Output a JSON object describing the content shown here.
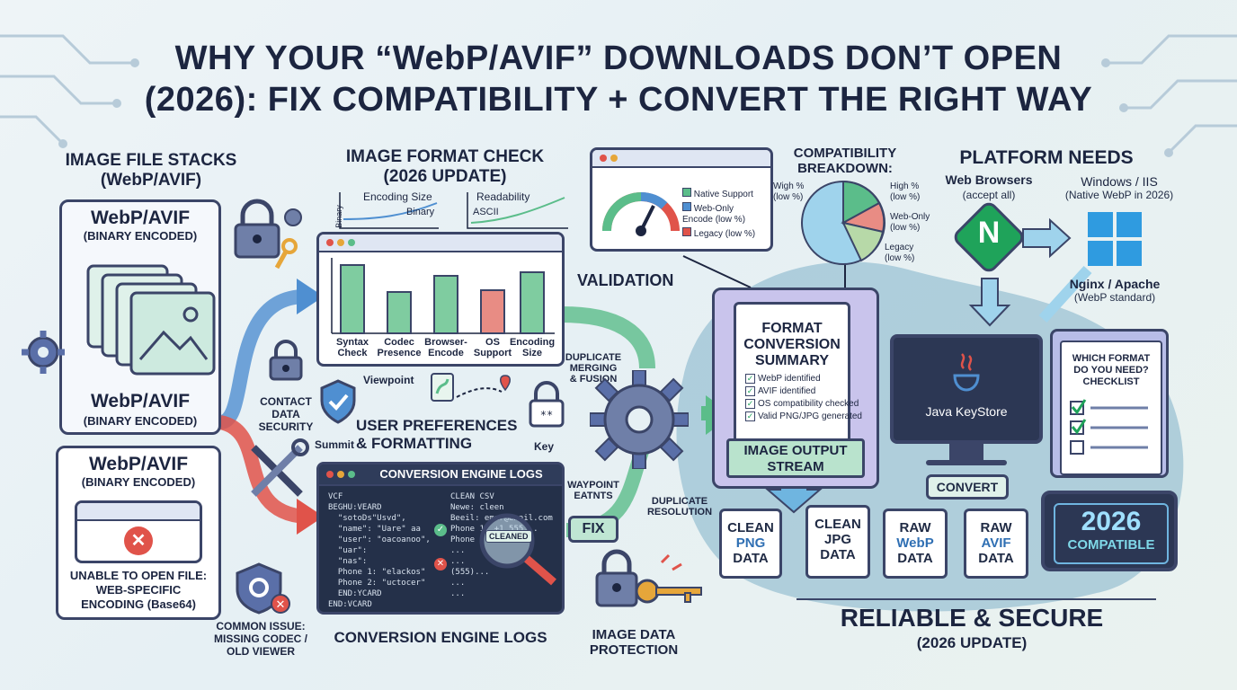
{
  "title_line1": "WHY YOUR “WebP/AVIF” DOWNLOADS DON’T OPEN",
  "title_line2": "(2026): FIX COMPATIBILITY + CONVERT THE RIGHT WAY",
  "left": {
    "heading": "IMAGE FILE STACKS\n(WebP/AVIF)",
    "card1_title": "WebP/AVIF",
    "card1_sub": "(BINARY ENCODED)",
    "card2_title": "WebP/AVIF",
    "card2_sub": "(BINARY ENCODED)",
    "card3_title": "WebP/AVIF",
    "card3_sub": "(BINARY ENCODED)",
    "error_text": "UNABLE TO OPEN FILE:\nWEB-SPECIFIC\nENCODING (Base64)",
    "issue_text": "COMMON ISSUE:\nMISSING CODEC /\nOLD VIEWER",
    "contact_security": "CONTACT\nDATA\nSECURITY"
  },
  "format_check": {
    "heading": "IMAGE FORMAT CHECK\n(2026 UPDATE)",
    "mini1_title": "Encoding Size",
    "mini1_axis": "Binary",
    "mini1_y": "Binary",
    "mini2_title": "Readability",
    "mini2_axis": "ASCII",
    "bars": [
      "Syntax\nCheck",
      "Codec\nPresence",
      "Browser-\nEncode",
      "OS\nSupport",
      "Encoding\nSize"
    ]
  },
  "gauge": {
    "legend": [
      "Native Support",
      "Web-Only\nEncode (low %)",
      "Legacy (low %)"
    ]
  },
  "pie": {
    "heading": "COMPATIBILITY\nBREAKDOWN:",
    "labels_left": "Wigh %\n(low %)",
    "label_high": "High %\n(low %)",
    "label_webonly": "Web-Only\n(low %)",
    "label_legacy": "Legacy\n(low %)"
  },
  "center": {
    "validation": "VALIDATION",
    "viewpoint": "Viewpoint",
    "summit": "Summit",
    "key": "Key",
    "user_prefs": "USER PREFERENCES\n& FORMATTING",
    "duplicate_merging": "DUPLICATE\nMERGING\n& FUSION",
    "waypoint": "WAYPOINT\nEATNTS",
    "duplicate_resolution": "DUPLICATE\nRESOLUTION",
    "fix": "FIX",
    "logs_title": "CONVERSION ENGINE LOGS",
    "logs_caption": "CONVERSION ENGINE LOGS",
    "logs_left": "VCF\nBEGHU:VEARD\n  \"sotoDs\"Usvd\",\n  \"name\": \"Uare\" aa\n  \"user\": \"oacoanoo\",\n  \"uar\":\n  \"nas\":\n  Phone 1: \"elackos\"\n  Phone 2: \"uctocer\"\n  END:YCARD\nEND:VCARD",
    "logs_right": "CLEAN CSV\nNewe: cleen\nBeeil: emar@email.com\nPhone 1: +1 555...\nPhone 2: +1 535\n...\n...\n(555)...\n...\n...",
    "cleaned": "CLEANED",
    "protection": "IMAGE DATA\nPROTECTION"
  },
  "summary": {
    "title": "FORMAT\nCONVERSION\nSUMMARY",
    "items": [
      "WebP identified",
      "AVIF identified",
      "OS compatibility checked",
      "Valid PNG/JPG generated"
    ],
    "stream": "IMAGE OUTPUT\nSTREAM"
  },
  "outputs": [
    {
      "top": "CLEAN",
      "mid": "PNG",
      "bot": "DATA"
    },
    {
      "top": "CLEAN",
      "mid": "JPG",
      "bot": "DATA"
    },
    {
      "top": "RAW",
      "mid": "WebP",
      "bot": "DATA"
    },
    {
      "top": "RAW",
      "mid": "AVIF",
      "bot": "DATA"
    }
  ],
  "platform": {
    "heading": "PLATFORM NEEDS",
    "browsers": "Web Browsers",
    "browsers_sub": "(accept all)",
    "windows": "Windows / IIS",
    "windows_sub": "(Native WebP in 2026)",
    "nginx": "Nginx / Apache",
    "nginx_sub": "(WebP standard)",
    "nginx_letter": "N",
    "java": "Java KeyStore",
    "convert": "CONVERT",
    "checklist_title": "WHICH FORMAT\nDO YOU NEED?\nCHECKLIST",
    "year": "2026",
    "compatible": "COMPATIBLE"
  },
  "footer": {
    "reliable": "RELIABLE & SECURE",
    "update": "(2026 UPDATE)"
  },
  "colors": {
    "accent": "#3b4568",
    "green": "#5bbd8a",
    "blue": "#4f8fd1",
    "red": "#e0534a",
    "teal": "#2fa6a0"
  }
}
